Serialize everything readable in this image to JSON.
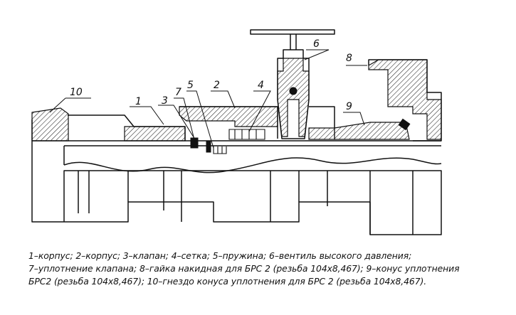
{
  "parts": [
    {
      "num": "1"
    },
    {
      "num": "2"
    },
    {
      "num": "3"
    },
    {
      "num": "4"
    },
    {
      "num": "5"
    },
    {
      "num": "6"
    },
    {
      "num": "7"
    },
    {
      "num": "8"
    },
    {
      "num": "9"
    },
    {
      "num": "10"
    }
  ],
  "caption": {
    "line1": "1–корпус; 2–корпус; 3–клапан; 4–сетка; 5–пружина; 6–вентиль высокого давления;",
    "line2": "7–уплотнение клапана; 8–гайка накидная для БРС 2 (резьба 104х8,467); 9–конус уплотнения",
    "line3": "БРС2 (резьба 104х8,467); 10–гнездо конуса уплотнения для БРС 2 (резьба 104х8,467)."
  }
}
